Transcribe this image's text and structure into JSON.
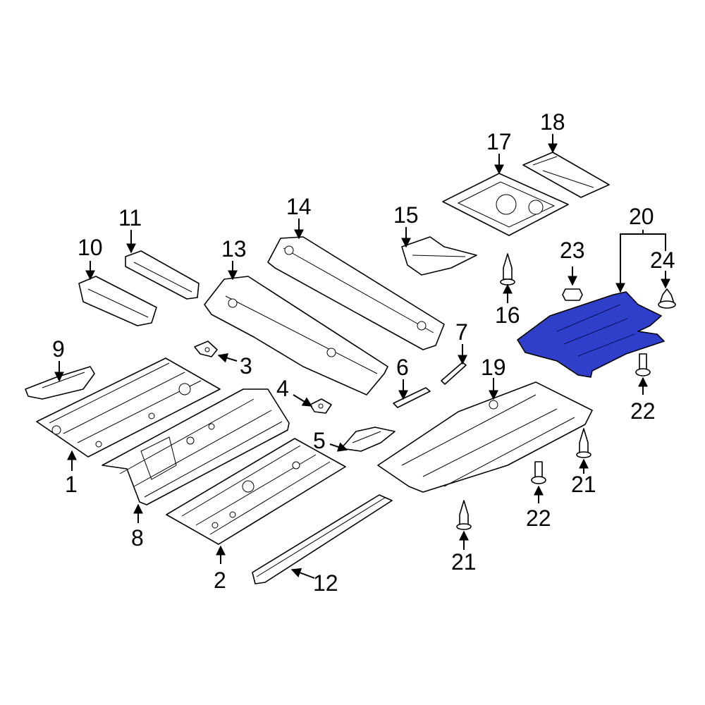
{
  "diagram": {
    "highlight_color": "#2f3fc9",
    "callouts": {
      "c1": "1",
      "c2": "2",
      "c3": "3",
      "c4": "4",
      "c5": "5",
      "c6": "6",
      "c7": "7",
      "c8": "8",
      "c9": "9",
      "c10": "10",
      "c11": "11",
      "c12": "12",
      "c13": "13",
      "c14": "14",
      "c15": "15",
      "c16": "16",
      "c17": "17",
      "c18": "18",
      "c19": "19",
      "c20": "20",
      "c21a": "21",
      "c21b": "21",
      "c22a": "22",
      "c22b": "22",
      "c23": "23",
      "c24": "24"
    }
  }
}
